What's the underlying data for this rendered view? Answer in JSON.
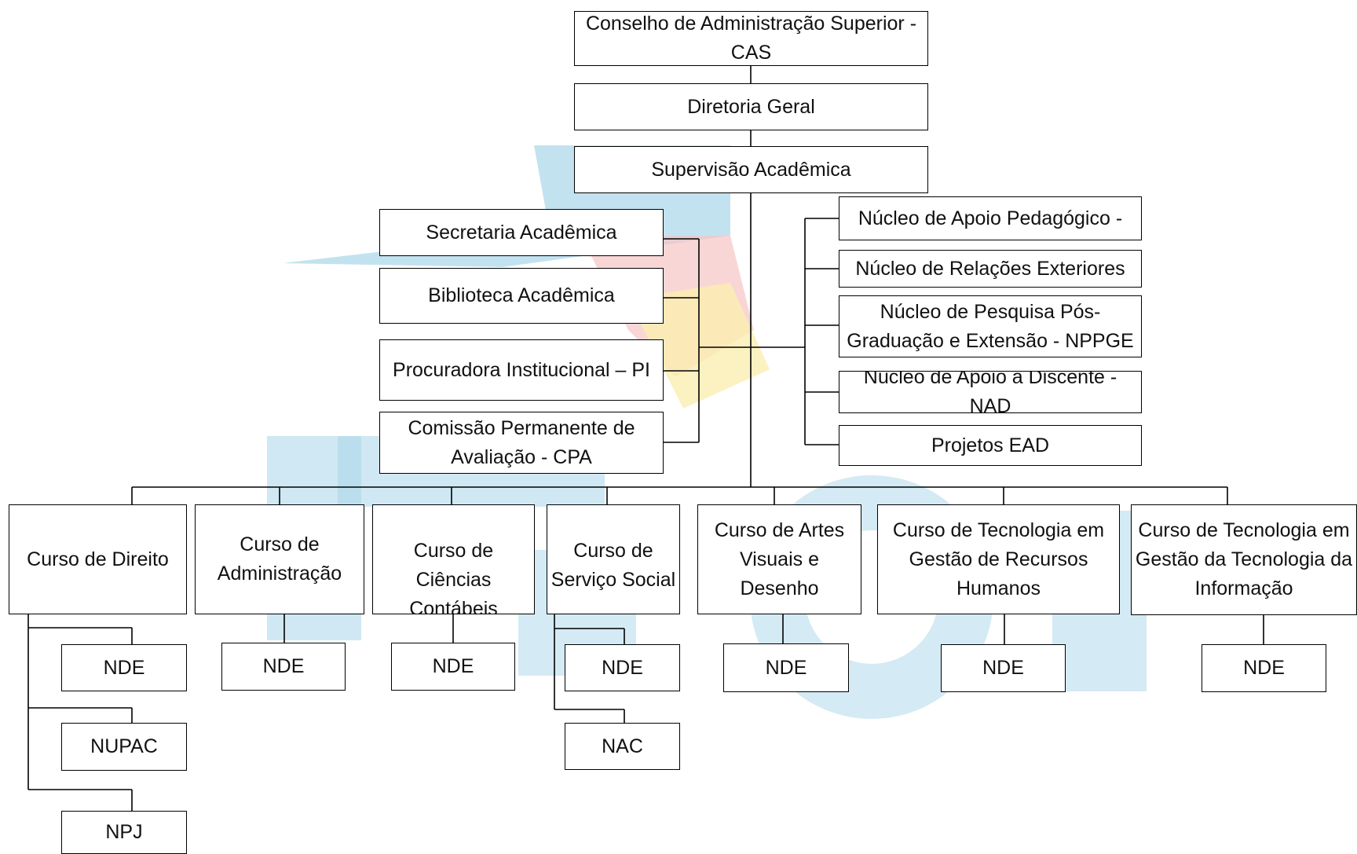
{
  "org_chart": {
    "top": {
      "council": "Conselho de Administração Superior - CAS",
      "director": "Diretoria Geral",
      "supervision": "Supervisão Acadêmica"
    },
    "left_units": [
      "Secretaria Acadêmica",
      "Biblioteca Acadêmica",
      "Procuradora Institucional – PI",
      "Comissão Permanente de Avaliação - CPA"
    ],
    "right_units": [
      "Núcleo de Apoio Pedagógico -",
      "Núcleo de Relações Exteriores",
      "Núcleo de Pesquisa Pós-Graduação e Extensão - NPPGE",
      "Núcleo de Apoio a Discente - NAD",
      "Projetos EAD"
    ],
    "courses": [
      {
        "name": "Curso de Direito",
        "subunits": [
          "NDE",
          "NUPAC",
          "NPJ"
        ]
      },
      {
        "name": "Curso de Administração",
        "subunits": [
          "NDE"
        ]
      },
      {
        "name": "Curso de Ciências Contábeis",
        "subunits": [
          "NDE"
        ]
      },
      {
        "name": "Curso de Serviço Social",
        "subunits": [
          "NDE",
          "NAC"
        ]
      },
      {
        "name": "Curso de Artes Visuais e Desenho",
        "subunits": [
          "NDE"
        ]
      },
      {
        "name": "Curso de Tecnologia em Gestão de Recursos Humanos",
        "subunits": [
          "NDE"
        ]
      },
      {
        "name": "Curso de Tecnologia em Gestão da Tecnologia da Informação",
        "subunits": [
          "NDE"
        ]
      }
    ]
  },
  "colors": {
    "line": "#000000",
    "box_border": "#000000",
    "watermark_blue": "#a9d5ea",
    "watermark_yellow": "#fbeeb0",
    "watermark_red": "#f7c4c4"
  }
}
